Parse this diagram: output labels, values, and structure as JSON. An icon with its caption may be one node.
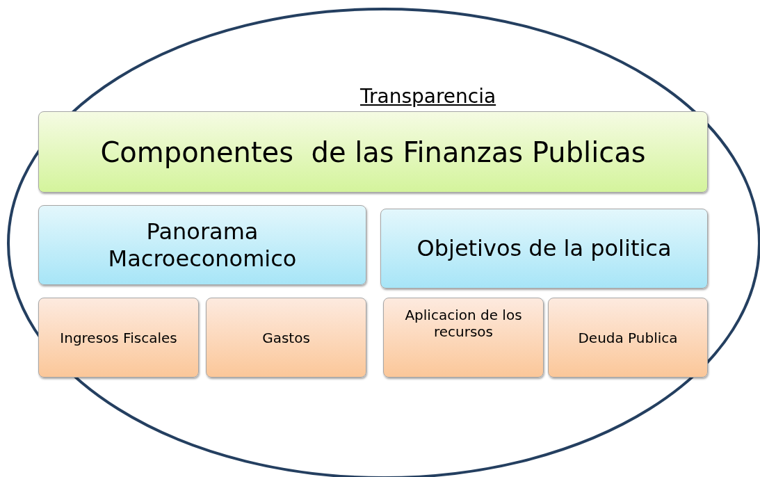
{
  "diagram": {
    "nodes": [
      {
        "text": [
          "Transparencia"
        ]
      },
      {
        "text": [
          "Componentes  de las Finanzas Publicas"
        ],
        "in": 0
      },
      {
        "text": [
          "Panorama Macroeconomico"
        ],
        "in": 0
      },
      {
        "text": [
          "Objetivos de la politica"
        ],
        "in": 0
      },
      {
        "text": [
          "Ingresos Fiscales"
        ],
        "in": 0
      },
      {
        "text": [
          "Gastos"
        ],
        "in": 0
      },
      {
        "text": [
          "Aplicacion de los recursos"
        ],
        "in": 0
      },
      {
        "text": [
          "Deuda Publica"
        ],
        "in": 0
      }
    ]
  }
}
